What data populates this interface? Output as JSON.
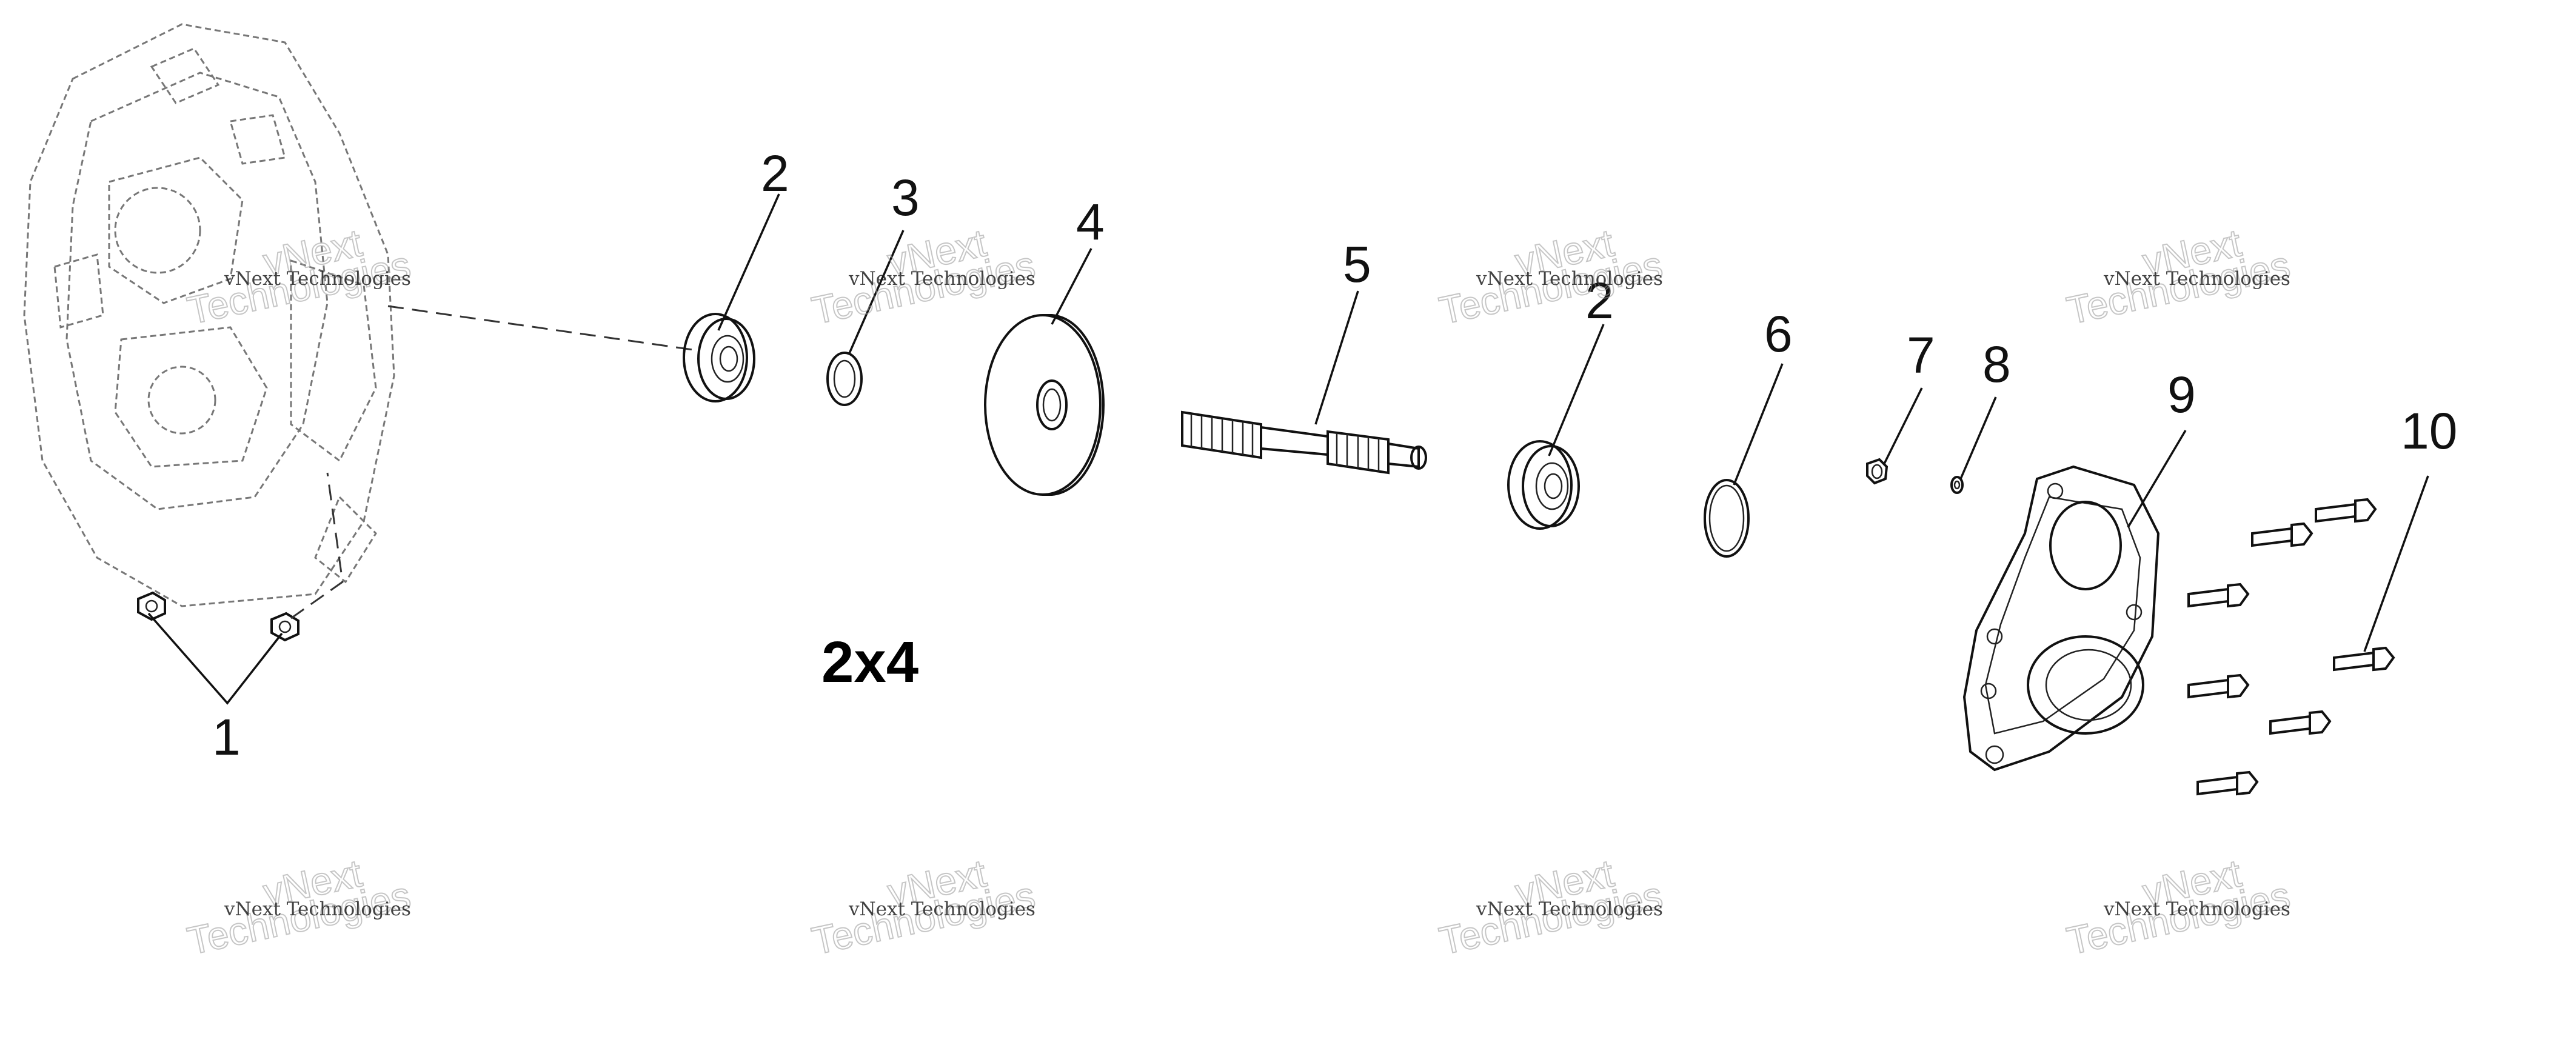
{
  "diagram": {
    "variant_label": "2x4",
    "callouts": [
      "1",
      "2",
      "3",
      "4",
      "5",
      "2",
      "6",
      "7",
      "8",
      "9",
      "10"
    ],
    "watermark": {
      "brand": "vNext",
      "line": "vNext Technologies",
      "overlay": "Technologies"
    }
  }
}
